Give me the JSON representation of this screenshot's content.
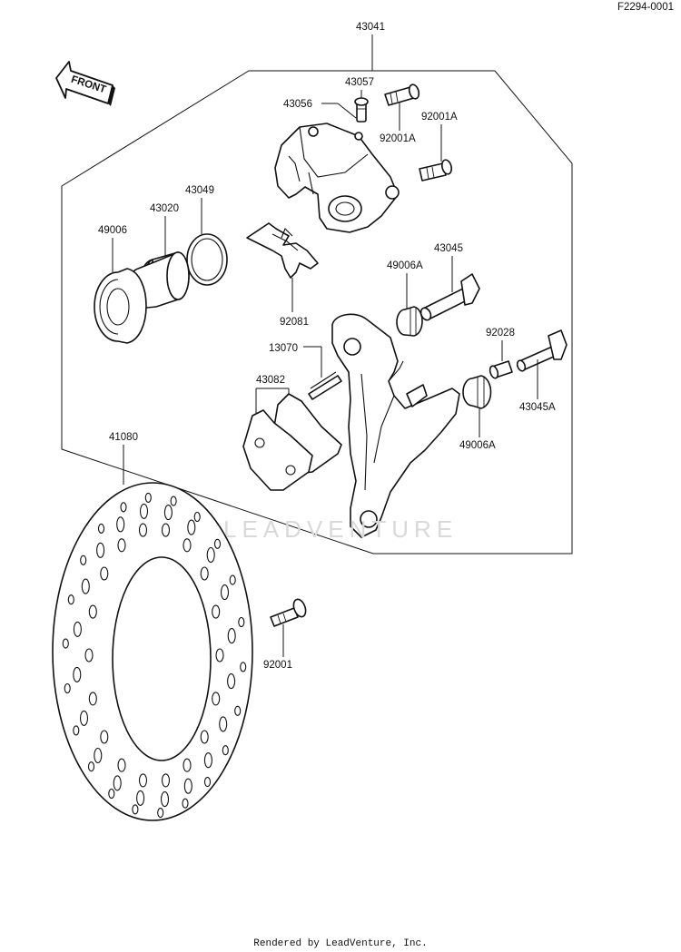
{
  "diagram_id": "F2294-0001",
  "front_label": "FRONT",
  "watermark": "LEADVENTURE",
  "footer": "Rendered by LeadVenture, Inc.",
  "labels": {
    "p43041": "43041",
    "p43057": "43057",
    "p43056": "43056",
    "p92001A_1": "92001A",
    "p92001A_2": "92001A",
    "p43049": "43049",
    "p43020": "43020",
    "p49006": "49006",
    "p49006A_1": "49006A",
    "p43045": "43045",
    "p92081": "92081",
    "p13070": "13070",
    "p92028": "92028",
    "p43082": "43082",
    "p43045A": "43045A",
    "p49006A_2": "49006A",
    "p41080": "41080",
    "p92001": "92001"
  }
}
